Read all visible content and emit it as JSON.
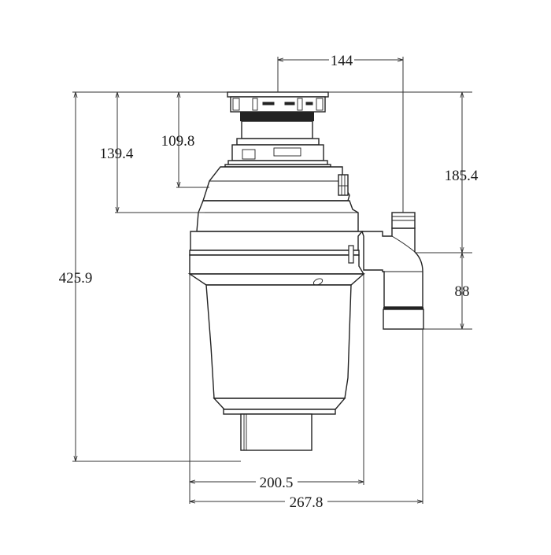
{
  "drawing": {
    "subject": "Food waste disposer side elevation with dimensions",
    "units": "mm",
    "background_color": "#ffffff",
    "line_color": "#222222"
  },
  "dimensions": {
    "top_flange_to_outlet": {
      "label": "144",
      "orientation": "horizontal"
    },
    "total_height": {
      "label": "425.9",
      "orientation": "vertical"
    },
    "top_to_upper_step": {
      "label": "139.4",
      "orientation": "vertical"
    },
    "top_to_motor_shoulder": {
      "label": "109.8",
      "orientation": "vertical"
    },
    "top_to_discharge_center": {
      "label": "185.4",
      "orientation": "vertical"
    },
    "discharge_outlet_height": {
      "label": "88",
      "orientation": "vertical"
    },
    "body_width": {
      "label": "200.5",
      "orientation": "horizontal"
    },
    "overall_width": {
      "label": "267.8",
      "orientation": "horizontal"
    }
  }
}
